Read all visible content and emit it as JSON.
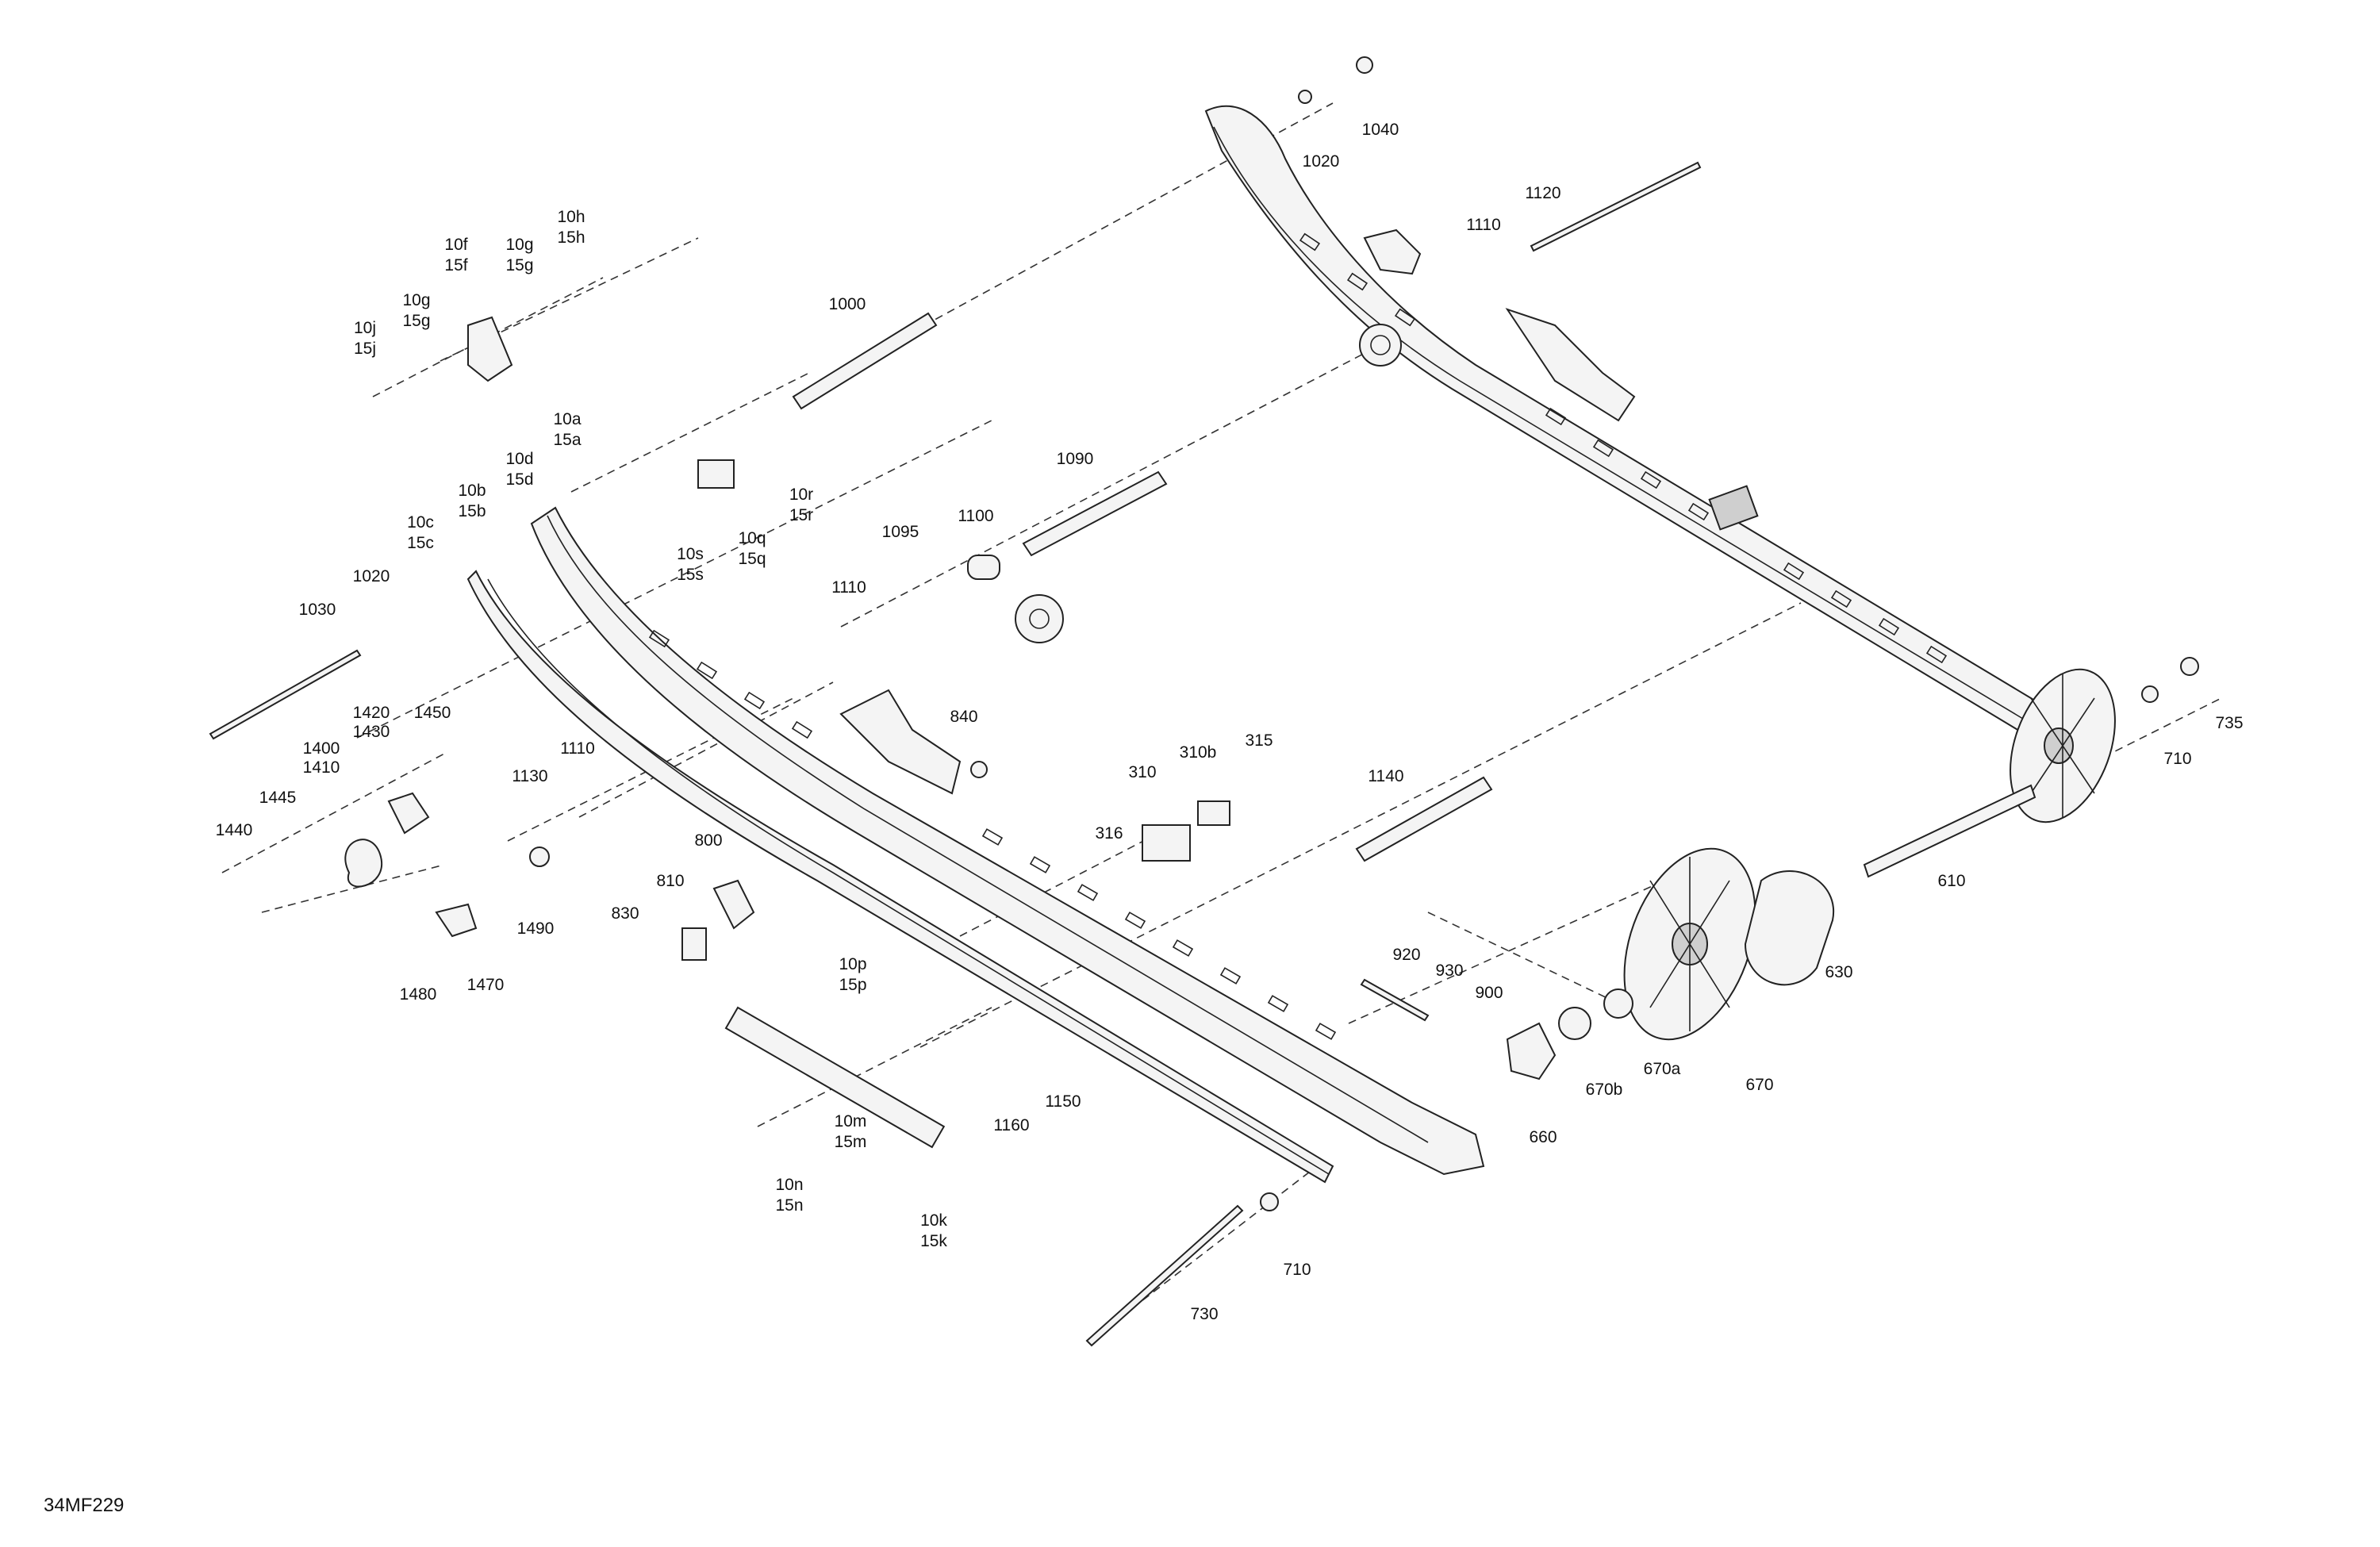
{
  "drawing": {
    "reference": "34MF229"
  },
  "callouts": [
    {
      "id": "1040",
      "lines": [
        "1040"
      ]
    },
    {
      "id": "1020-top",
      "lines": [
        "1020"
      ]
    },
    {
      "id": "1120",
      "lines": [
        "1120"
      ]
    },
    {
      "id": "1110-top",
      "lines": [
        "1110"
      ]
    },
    {
      "id": "10h",
      "lines": [
        "10h",
        "15h"
      ]
    },
    {
      "id": "10f",
      "lines": [
        "10f",
        "15f"
      ]
    },
    {
      "id": "10g-a",
      "lines": [
        "10g",
        "15g"
      ]
    },
    {
      "id": "10g-b",
      "lines": [
        "10g",
        "15g"
      ]
    },
    {
      "id": "10j",
      "lines": [
        "10j",
        "15j"
      ]
    },
    {
      "id": "1000",
      "lines": [
        "1000"
      ]
    },
    {
      "id": "10a",
      "lines": [
        "10a",
        "15a"
      ]
    },
    {
      "id": "10d",
      "lines": [
        "10d",
        "15d"
      ]
    },
    {
      "id": "10b",
      "lines": [
        "10b",
        "15b"
      ]
    },
    {
      "id": "10c",
      "lines": [
        "10c",
        "15c"
      ]
    },
    {
      "id": "10r",
      "lines": [
        "10r",
        "15r"
      ]
    },
    {
      "id": "10s",
      "lines": [
        "10s",
        "15s"
      ]
    },
    {
      "id": "10q",
      "lines": [
        "10q",
        "15q"
      ]
    },
    {
      "id": "1090",
      "lines": [
        "1090"
      ]
    },
    {
      "id": "1100",
      "lines": [
        "1100"
      ]
    },
    {
      "id": "1095",
      "lines": [
        "1095"
      ]
    },
    {
      "id": "1110-mid",
      "lines": [
        "1110"
      ]
    },
    {
      "id": "1020-left",
      "lines": [
        "1020"
      ]
    },
    {
      "id": "1030",
      "lines": [
        "1030"
      ]
    },
    {
      "id": "1420",
      "lines": [
        "1420",
        "1430"
      ]
    },
    {
      "id": "1450",
      "lines": [
        "1450"
      ]
    },
    {
      "id": "1400",
      "lines": [
        "1400",
        "1410"
      ]
    },
    {
      "id": "1445",
      "lines": [
        "1445"
      ]
    },
    {
      "id": "1440",
      "lines": [
        "1440"
      ]
    },
    {
      "id": "1130",
      "lines": [
        "1130"
      ]
    },
    {
      "id": "1110-low",
      "lines": [
        "1110"
      ]
    },
    {
      "id": "840",
      "lines": [
        "840"
      ]
    },
    {
      "id": "800",
      "lines": [
        "800"
      ]
    },
    {
      "id": "810",
      "lines": [
        "810"
      ]
    },
    {
      "id": "830",
      "lines": [
        "830"
      ]
    },
    {
      "id": "1490",
      "lines": [
        "1490"
      ]
    },
    {
      "id": "1480",
      "lines": [
        "1480"
      ]
    },
    {
      "id": "1470",
      "lines": [
        "1470"
      ]
    },
    {
      "id": "310b",
      "lines": [
        "310b"
      ]
    },
    {
      "id": "315",
      "lines": [
        "315"
      ]
    },
    {
      "id": "310",
      "lines": [
        "310"
      ]
    },
    {
      "id": "316",
      "lines": [
        "316"
      ]
    },
    {
      "id": "1140",
      "lines": [
        "1140"
      ]
    },
    {
      "id": "735",
      "lines": [
        "735"
      ]
    },
    {
      "id": "710-right",
      "lines": [
        "710"
      ]
    },
    {
      "id": "610",
      "lines": [
        "610"
      ]
    },
    {
      "id": "630",
      "lines": [
        "630"
      ]
    },
    {
      "id": "920",
      "lines": [
        "920"
      ]
    },
    {
      "id": "930",
      "lines": [
        "930"
      ]
    },
    {
      "id": "900",
      "lines": [
        "900"
      ]
    },
    {
      "id": "660",
      "lines": [
        "660"
      ]
    },
    {
      "id": "670b",
      "lines": [
        "670b"
      ]
    },
    {
      "id": "670a",
      "lines": [
        "670a"
      ]
    },
    {
      "id": "670",
      "lines": [
        "670"
      ]
    },
    {
      "id": "10p",
      "lines": [
        "10p",
        "15p"
      ]
    },
    {
      "id": "1150",
      "lines": [
        "1150"
      ]
    },
    {
      "id": "1160",
      "lines": [
        "1160"
      ]
    },
    {
      "id": "10m",
      "lines": [
        "10m",
        "15m"
      ]
    },
    {
      "id": "10n",
      "lines": [
        "10n",
        "15n"
      ]
    },
    {
      "id": "10k",
      "lines": [
        "10k",
        "15k"
      ]
    },
    {
      "id": "710-bottom",
      "lines": [
        "710"
      ]
    },
    {
      "id": "730",
      "lines": [
        "730"
      ]
    }
  ]
}
